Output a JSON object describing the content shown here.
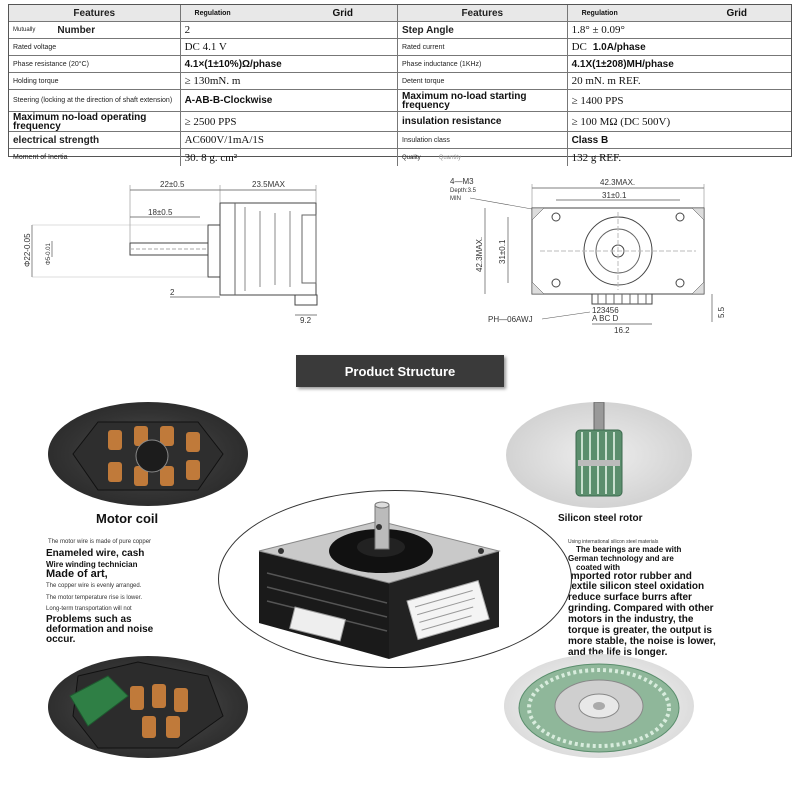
{
  "spec_table": {
    "header": {
      "left_feature": "Features",
      "left_reg_small": "Regulation",
      "left_reg_big": "Grid",
      "right_feature": "Features",
      "right_reg_small": "Regulation",
      "right_reg_big": "Grid"
    },
    "rows": [
      {
        "l_label_small": "Mutually",
        "l_label_big": "Number",
        "l_value": "2",
        "r_label": "Step Angle",
        "r_value": "1.8°   ± 0.09°"
      },
      {
        "l_label": "Rated voltage",
        "l_value": "DC  4.1  V",
        "r_label": "Rated current",
        "r_value_prefix": "DC",
        "r_value": "1.0A/phase"
      },
      {
        "l_label": "Phase resistance (20°C)",
        "l_value": "4.1×(1±10%)Ω/phase",
        "r_label": "Phase inductance (1KHz)",
        "r_value": "4.1X(1±208)MH/phase"
      },
      {
        "l_label": "Holding torque",
        "l_value": "≥  130mN. m",
        "r_label": "Detent torque",
        "r_value": "20  mN. m    REF."
      },
      {
        "l_label": "Steering (locking at the direction of shaft extension)",
        "l_value": "A-AB-B-Clockwise",
        "r_label": "Maximum no-load starting frequency",
        "r_value": "≥  1400  PPS"
      },
      {
        "l_label": "Maximum no-load operating frequency",
        "l_value": "≥  2500  PPS",
        "r_label": "insulation resistance",
        "r_value": "≥  100  MΩ (DC  500V)"
      },
      {
        "l_label": "electrical strength",
        "l_value": "AC600V/1mA/1S",
        "r_label": "Insulation class",
        "r_value": "Class B"
      },
      {
        "l_label": "Moment of Inertia",
        "l_value": "30. 8  g. cm²",
        "r_label": "Quality",
        "r_label_faint": "Quantity",
        "r_value": "132  g     REF."
      }
    ]
  },
  "side_drawing": {
    "dim_22": "22±0.5",
    "dim_23_5": "23.5MAX",
    "dim_18": "18±0.5",
    "dim_shaft_dia": "Φ22-0.05",
    "dim_shaft_small": "Φ5-0.01",
    "dim_2": "2",
    "dim_9_2": "9.2"
  },
  "front_drawing": {
    "hole_label": "4—M3",
    "depth_label": "Depth:3.5",
    "min_label": "MIN",
    "dim_42_3_top": "42.3MAX.",
    "dim_31_top": "31±0.1",
    "dim_42_3_left": "42.3MAX.",
    "dim_31_left": "31±0.1",
    "pins": "123456",
    "pin_letters": "A  BC  D",
    "connector": "PH—06AWJ",
    "dim_16_2": "16.2",
    "dim_5_5": "5.5"
  },
  "structure": {
    "banner": "Product Structure",
    "motor_coil_title": "Motor coil",
    "coil_small_1": "The motor wire is made of pure copper",
    "coil_bold_1": "Enameled wire, cash",
    "coil_bold_2": "Wire winding technician",
    "coil_bold_3": "Made of art,",
    "coil_small_2": "The copper wire is evenly arranged.",
    "coil_small_3": "The motor temperature rise is lower.",
    "coil_small_4": "Long-term transportation will not",
    "coil_bold_4": "Problems such as",
    "coil_bold_5": "deformation and noise",
    "coil_bold_6": "occur.",
    "rotor_title": "Silicon steel rotor",
    "rotor_small": "Using international silicon steel materials",
    "rotor_text_1": "The bearings are made with",
    "rotor_text_2": "German technology and are",
    "rotor_text_3": "coated with",
    "rotor_text_4": "imported rotor rubber and",
    "rotor_text_5": "textile silicon steel oxidation",
    "rotor_text_6": "reduce surface burrs after",
    "rotor_text_7": "grinding. Compared with other",
    "rotor_text_8": "motors in the industry, the",
    "rotor_text_9": "torque is greater, the output is",
    "rotor_text_10": "more stable, the noise is lower,",
    "rotor_text_11": "and the life is longer."
  }
}
